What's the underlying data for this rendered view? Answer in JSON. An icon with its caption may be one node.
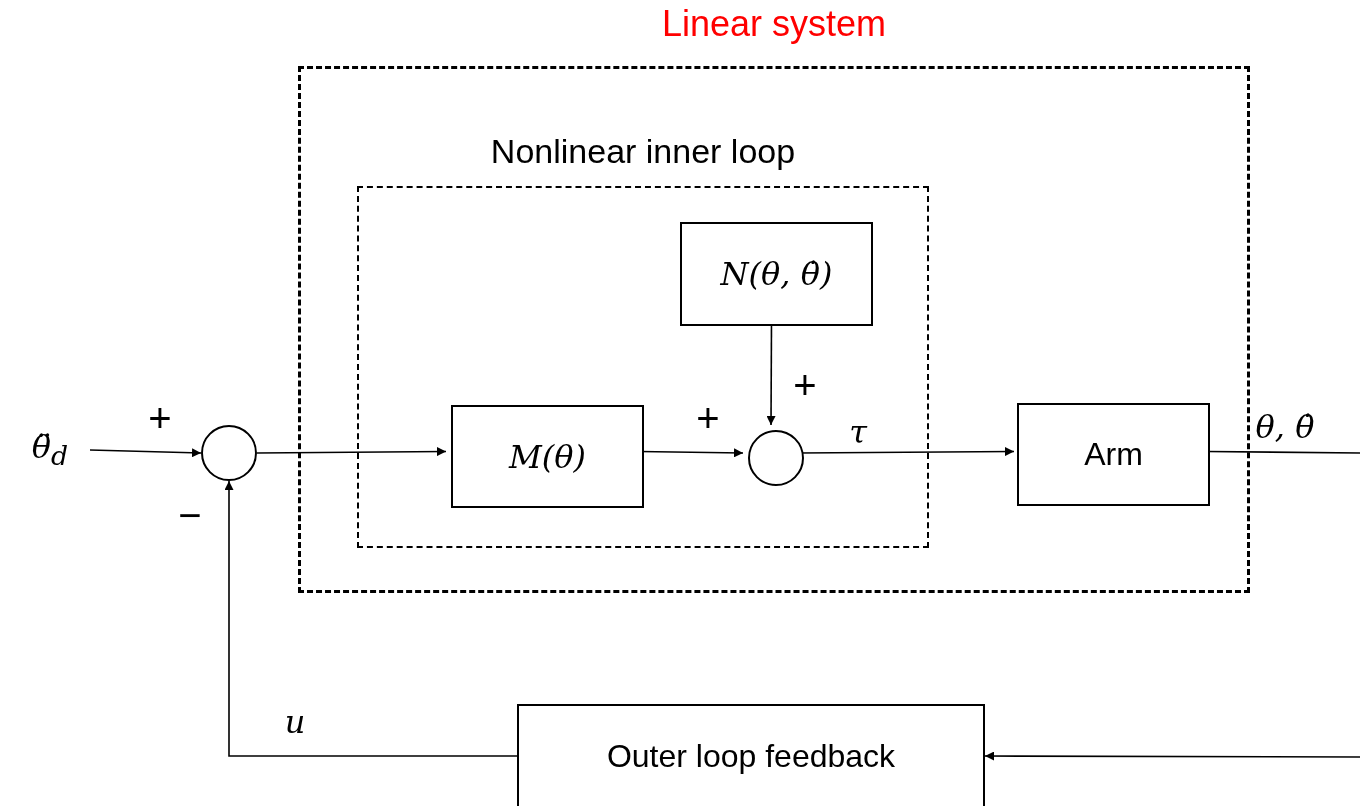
{
  "diagram": {
    "nodes": [
      {
        "text": [
          "Linear system"
        ]
      },
      {
        "text": [
          "Nonlinear inner loop"
        ],
        "in": 0
      },
      {
        "text": [
          "N(θ, θ̇)"
        ],
        "in": 1
      },
      {
        "text": [
          "M(θ)"
        ],
        "in": 1
      },
      {
        "text": [],
        "shape": "circle",
        "in": 1
      },
      {
        "text": [
          "Arm"
        ],
        "in": 0
      },
      {
        "text": [
          "θ̈$_{d}$"
        ]
      },
      {
        "text": [],
        "shape": "circle"
      },
      {
        "text": [
          "Outer loop feedback"
        ]
      }
    ],
    "edges": [
      {
        "from": 6,
        "to": 7,
        "arrow": "to"
      },
      {
        "from": 7,
        "to": 3,
        "arrow": "to"
      },
      {
        "from": 3,
        "to": 4,
        "arrow": "to"
      },
      {
        "from": 2,
        "to": 4,
        "arrow": "to"
      },
      {
        "from": 4,
        "to": 5,
        "arrow": "to",
        "label": "τ"
      },
      {
        "from": 5,
        "to": null,
        "arrow": "none",
        "label": "θ, θ̇"
      },
      {
        "from": null,
        "to": 8,
        "arrow": "to"
      },
      {
        "from": 8,
        "to": 7,
        "arrow": "to",
        "label": "u"
      }
    ],
    "labels": [
      "+",
      "+",
      "+",
      "−"
    ]
  }
}
